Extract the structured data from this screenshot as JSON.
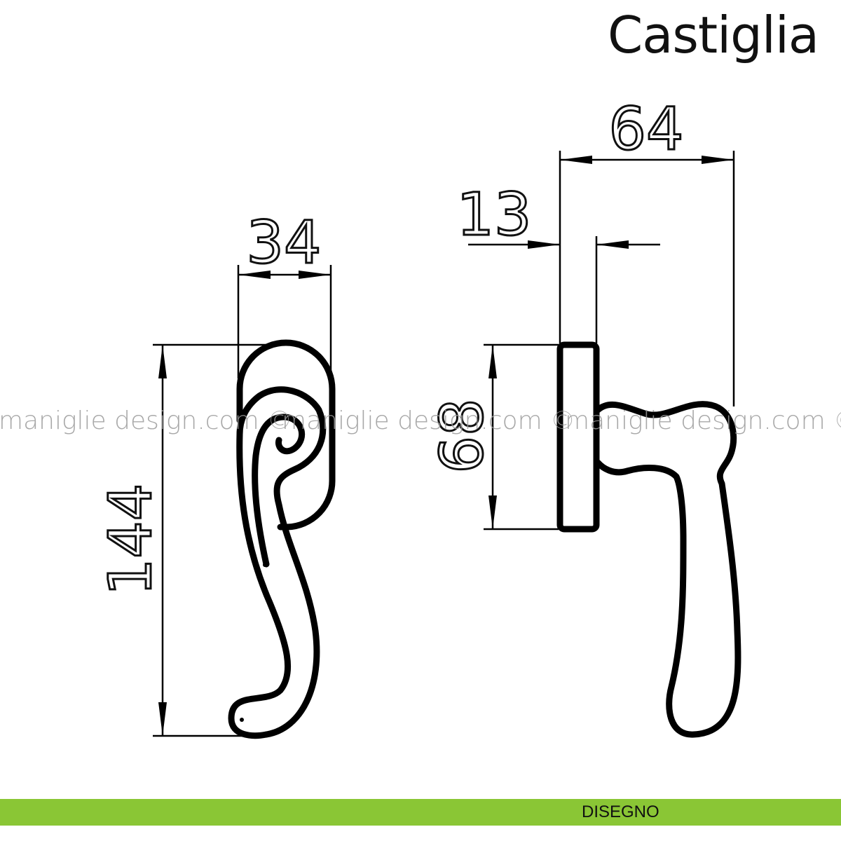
{
  "title": "Castiglia",
  "watermark": "maniglie design.com ©",
  "dimensions": {
    "width_front": "34",
    "height_front": "144",
    "height_side": "68",
    "depth_total": "64",
    "depth_rosette": "13"
  },
  "footer": {
    "label": "DISEGNO",
    "color": "#8ac635"
  }
}
